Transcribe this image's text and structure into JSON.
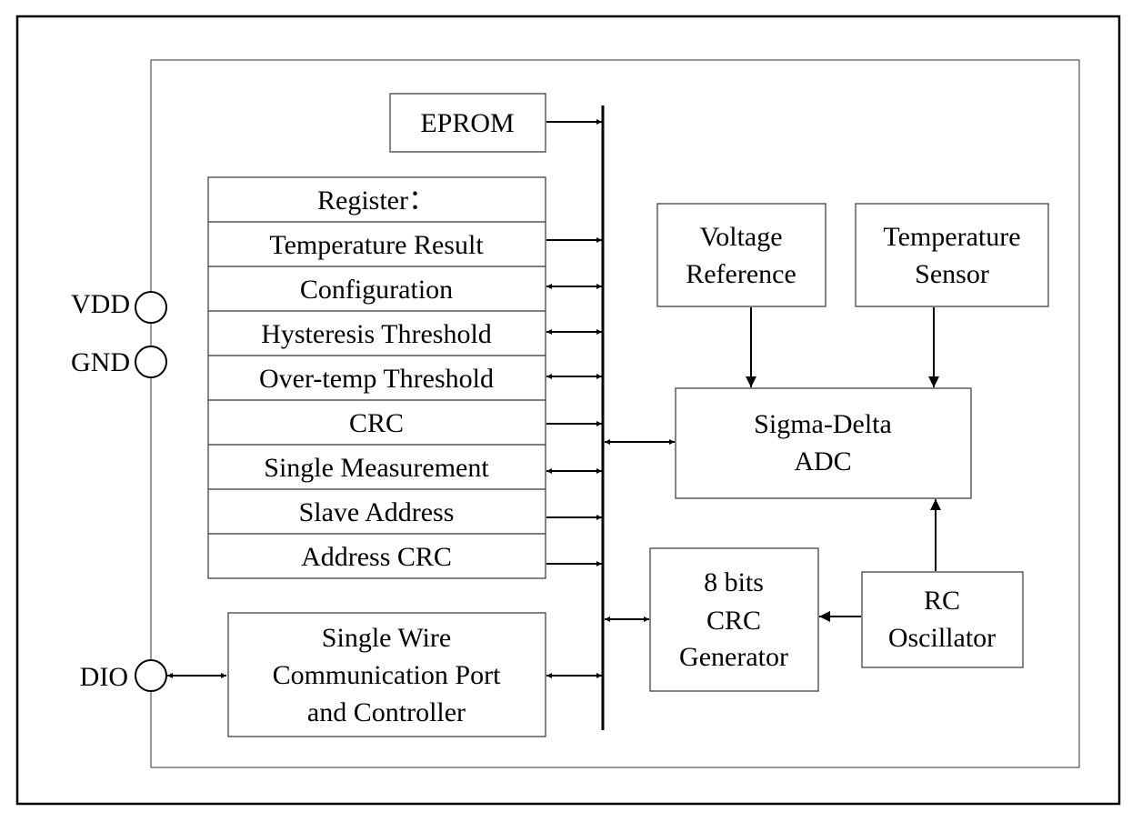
{
  "pins": {
    "vdd": "VDD",
    "gnd": "GND",
    "dio": "DIO"
  },
  "blocks": {
    "eprom": "EPROM",
    "register_header": "Register：",
    "registers": [
      "Temperature Result",
      "Configuration",
      "Hysteresis Threshold",
      "Over-temp Threshold",
      "CRC",
      "Single Measurement",
      "Slave Address",
      "Address CRC"
    ],
    "voltage_reference": [
      "Voltage",
      "Reference"
    ],
    "temperature_sensor": [
      "Temperature",
      "Sensor"
    ],
    "sigma_delta_adc": [
      "Sigma-Delta",
      "ADC"
    ],
    "crc_generator": [
      "8 bits",
      "CRC",
      "Generator"
    ],
    "rc_oscillator": [
      "RC",
      "Oscillator"
    ],
    "single_wire": [
      "Single Wire",
      "Communication Port",
      "and Controller"
    ]
  }
}
